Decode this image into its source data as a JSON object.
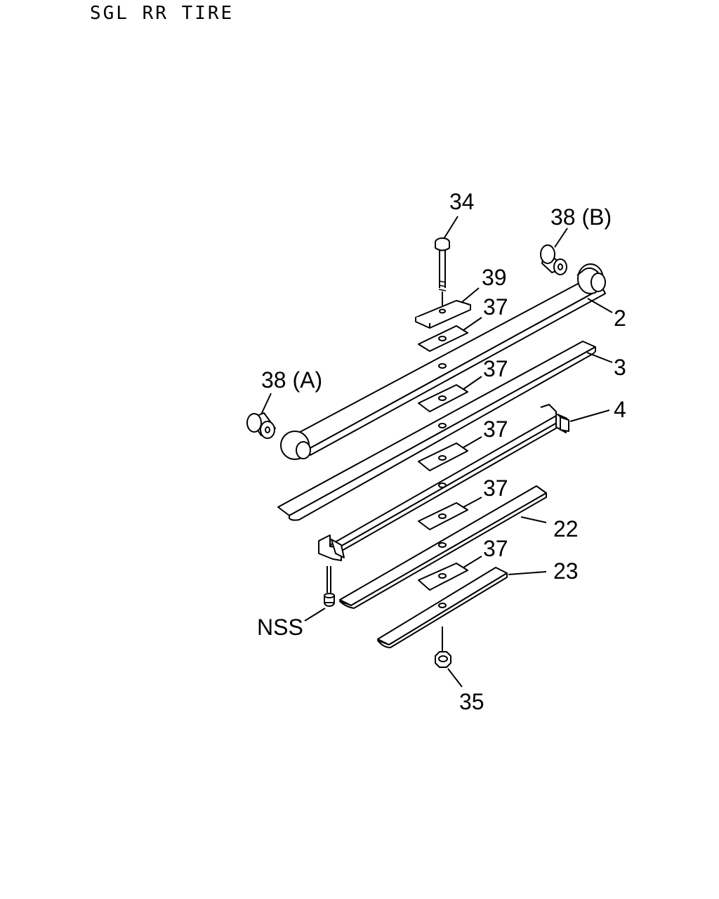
{
  "header": {
    "title": "SGL RR TIRE"
  },
  "callouts": {
    "bolt": "34",
    "bushing_b": "38 (B)",
    "plate": "39",
    "pad_1": "37",
    "leaf_main": "2",
    "pad_2": "37",
    "leaf_second": "3",
    "bushing_a": "38 (A)",
    "leaf_clip": "4",
    "pad_3": "37",
    "pad_4": "37",
    "leaf_fourth": "22",
    "pad_5": "37",
    "leaf_fifth": "23",
    "clip_bolt": "NSS",
    "nut": "35"
  }
}
